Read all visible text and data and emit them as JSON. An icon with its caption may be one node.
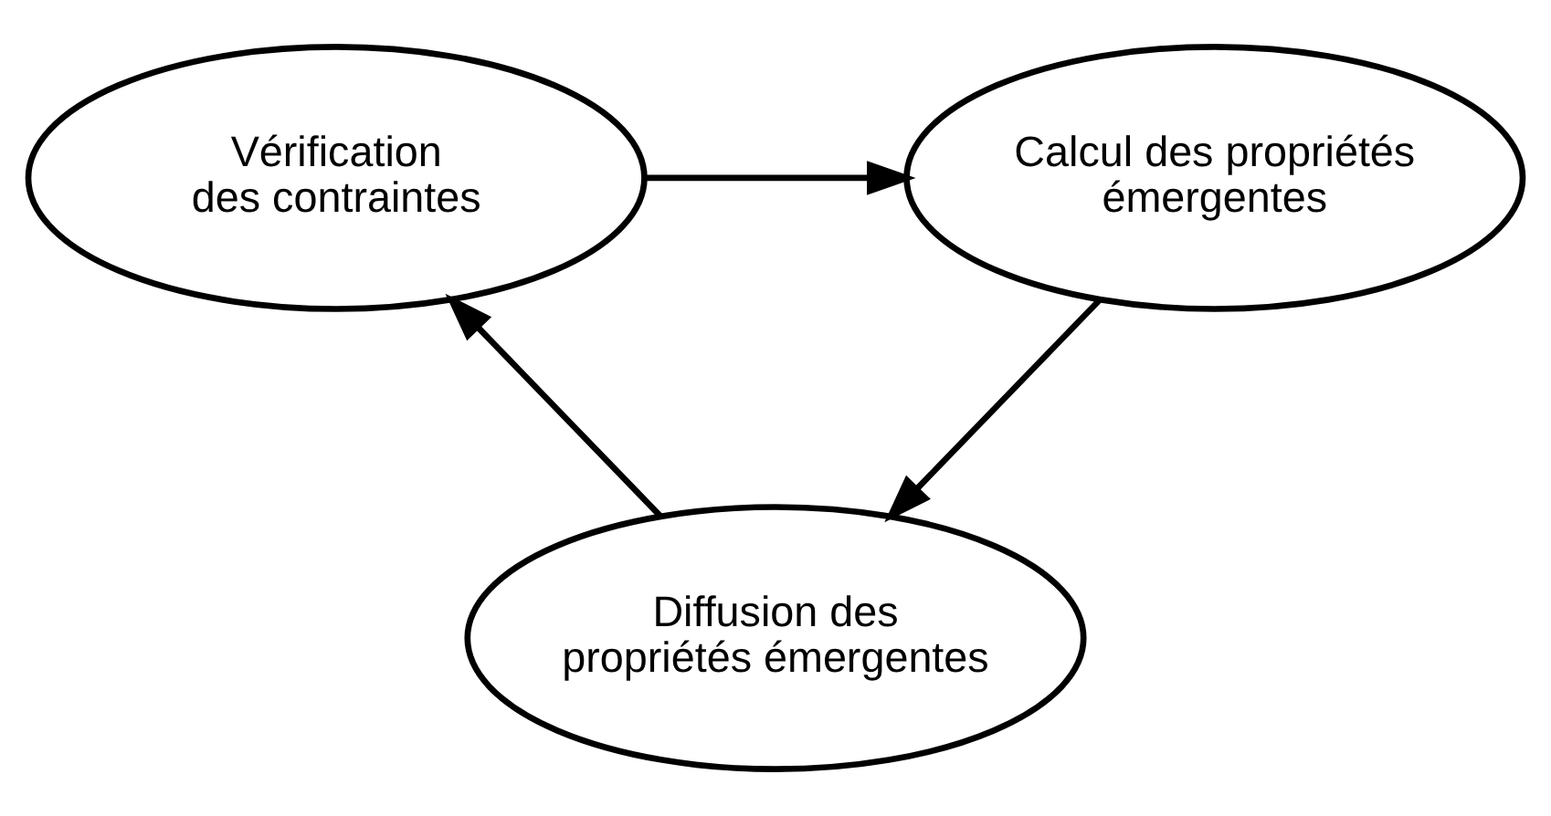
{
  "diagram": {
    "nodes": [
      {
        "text": [
          "Vérification des contraintes"
        ]
      },
      {
        "text": [
          "Calcul des propriétés émergentes"
        ]
      },
      {
        "text": [
          "Diffusion des propriétés émergentes"
        ]
      }
    ],
    "edges": [
      {
        "from": 0,
        "to": 1,
        "arrow": "to"
      },
      {
        "from": 1,
        "to": 2,
        "arrow": "to"
      },
      {
        "from": 2,
        "to": 0,
        "arrow": "to"
      }
    ]
  }
}
